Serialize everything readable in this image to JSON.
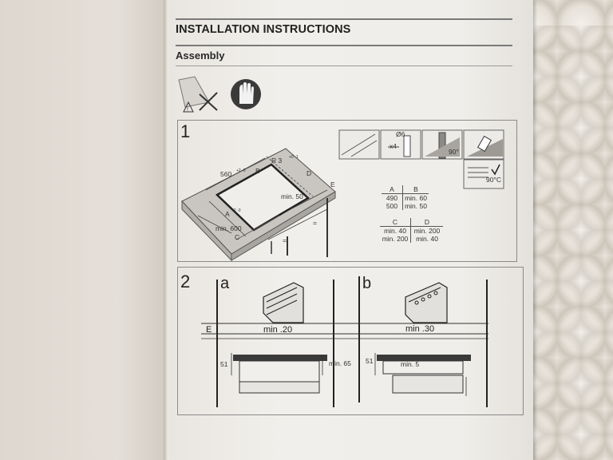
{
  "header": {
    "title": "INSTALLATION INSTRUCTIONS",
    "section": "Assembly"
  },
  "step1": {
    "number": "1",
    "dims": {
      "d560": "560",
      "tol560": "+2 -0",
      "b": "B",
      "r": "R 3",
      "tolr": "+0 -1",
      "d": "D",
      "e": "E",
      "min50": "min. 50",
      "a": "A",
      "tola": "+2 -0",
      "min600": "min. 600",
      "c": "C",
      "eq": "="
    },
    "detail": {
      "hole": "Ø6",
      "count": "x4",
      "angle": "90°",
      "temp": "90°C"
    },
    "table_ab": {
      "headers": [
        "A",
        "B"
      ],
      "rows": [
        [
          "490",
          "min. 60"
        ],
        [
          "500",
          "min. 50"
        ]
      ]
    },
    "table_cd": {
      "headers": [
        "C",
        "D"
      ],
      "rows": [
        [
          "min. 40",
          "min. 200"
        ],
        [
          "min. 200",
          "min. 40"
        ]
      ]
    }
  },
  "step2": {
    "number": "2",
    "a_label": "a",
    "b_label": "b",
    "e_label": "E",
    "a_min": "min .20",
    "b_min": "min .30",
    "a_h": "51",
    "a_min65": "min. 65",
    "b_h": "51",
    "b_min5": "min. 5"
  }
}
